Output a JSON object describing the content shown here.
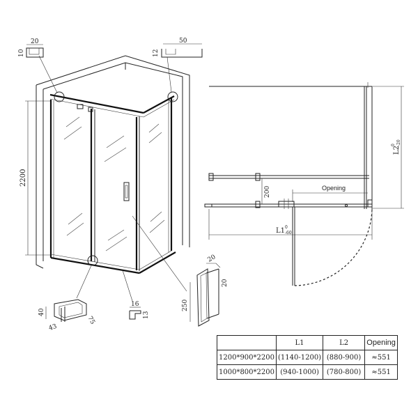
{
  "profiles": {
    "top_left": {
      "width": "20",
      "height": "10"
    },
    "top_right": {
      "width": "50",
      "height": "12"
    },
    "handle": {
      "width": "20",
      "thickness": "20",
      "length": "250"
    },
    "bottom_seal": {
      "width": "16",
      "height": "13"
    },
    "hinge": {
      "height": "40",
      "width": "43",
      "depth": "75"
    }
  },
  "perspective": {
    "height_label": "2200"
  },
  "plan": {
    "opening_label": "Opening",
    "offset_label": "200",
    "l1_label": "L1",
    "l1_tolerance_upper": "0",
    "l1_tolerance_lower": "-60",
    "l2_label": "L2",
    "l2_tolerance_upper": "0",
    "l2_tolerance_lower": "-20"
  },
  "spec_table": {
    "headers": [
      "",
      "L1",
      "L2",
      "Opening"
    ],
    "rows": [
      [
        "1200*900*2200",
        "(1140-1200)",
        "(880-900)",
        "≈551"
      ],
      [
        "1000*800*2200",
        "(940-1000)",
        "(780-800)",
        "≈551"
      ]
    ]
  }
}
